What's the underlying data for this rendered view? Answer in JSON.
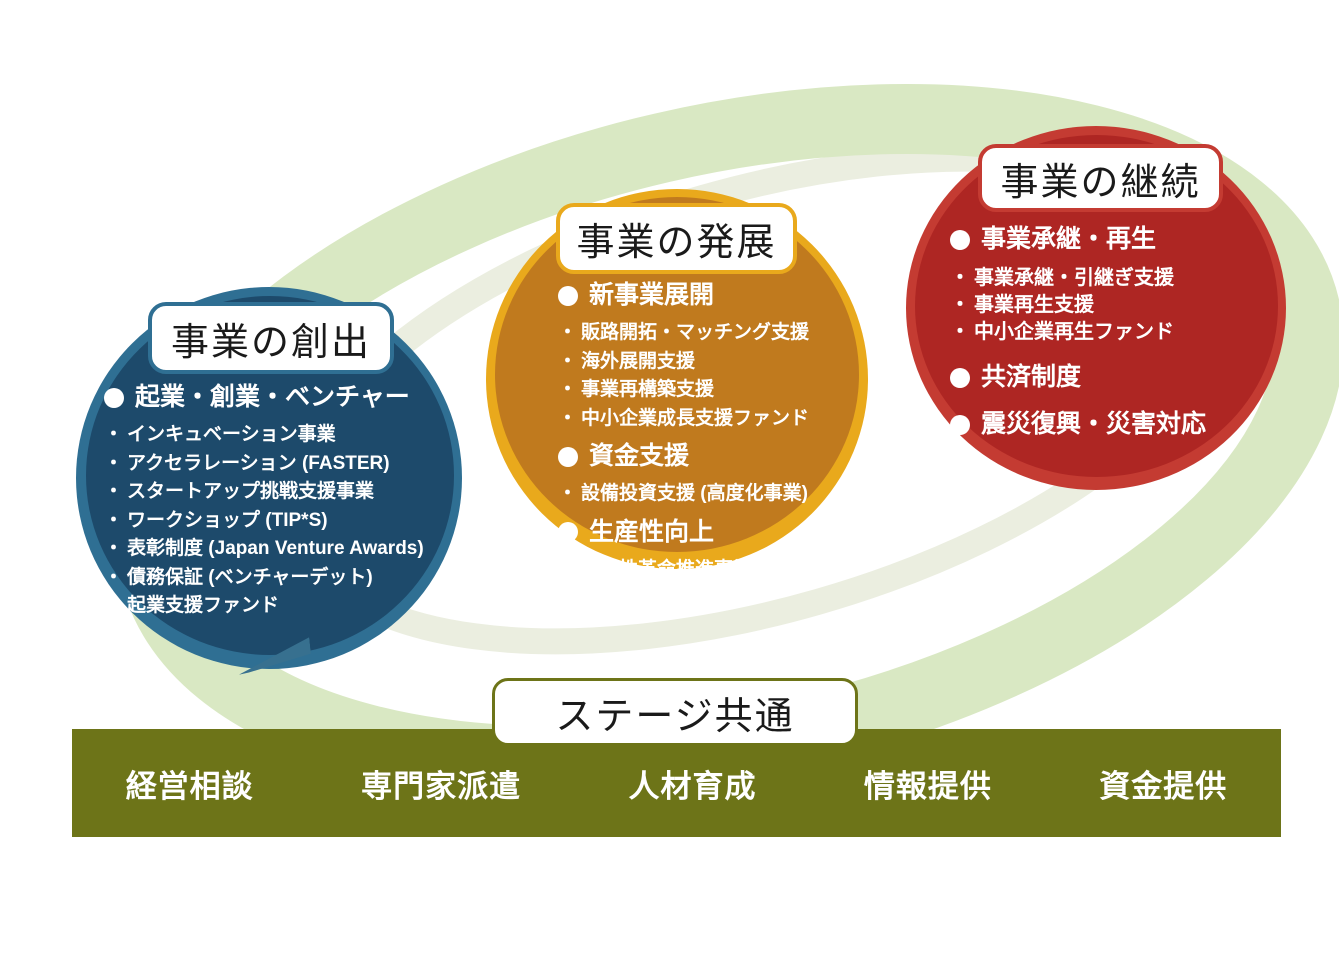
{
  "ui": {
    "bullet": "・"
  },
  "background": {
    "swoosh_color": "#d9e8c3",
    "swoosh_faint_color": "#ebeee0"
  },
  "stages": [
    {
      "id": "creation",
      "title": "事業の創出",
      "colors": {
        "rim": "#2f6f93",
        "body": "#1d4a6b"
      },
      "sections": [
        {
          "heading": "起業・創業・ベンチャー",
          "items": [
            "インキュベーション事業",
            "アクセラレーション (FASTER)",
            "スタートアップ挑戦支援事業",
            "ワークショップ (TIP*S)",
            "表彰制度 (Japan Venture Awards)",
            "債務保証 (ベンチャーデット)",
            "起業支援ファンド"
          ]
        }
      ]
    },
    {
      "id": "development",
      "title": "事業の発展",
      "colors": {
        "rim": "#e9a91c",
        "body": "#c07a1e"
      },
      "sections": [
        {
          "heading": "新事業展開",
          "items": [
            "販路開拓・マッチング支援",
            "海外展開支援",
            "事業再構築支援",
            "中小企業成長支援ファンド"
          ]
        },
        {
          "heading": "資金支援",
          "items": [
            "設備投資支援 (高度化事業)"
          ]
        },
        {
          "heading": "生産性向上",
          "items": [
            "生産性革命推進事業"
          ]
        }
      ]
    },
    {
      "id": "continuation",
      "title": "事業の継続",
      "colors": {
        "rim": "#c43b32",
        "body": "#ae2623"
      },
      "sections": [
        {
          "heading": "事業承継・再生",
          "items": [
            "事業承継・引継ぎ支援",
            "事業再生支援",
            "中小企業再生ファンド"
          ]
        },
        {
          "heading": "共済制度",
          "items": []
        },
        {
          "heading": "震災復興・災害対応",
          "items": []
        }
      ]
    }
  ],
  "common_bar": {
    "title": "ステージ共通",
    "bar_color": "#6d7418",
    "items": [
      "経営相談",
      "専門家派遣",
      "人材育成",
      "情報提供",
      "資金提供"
    ]
  }
}
